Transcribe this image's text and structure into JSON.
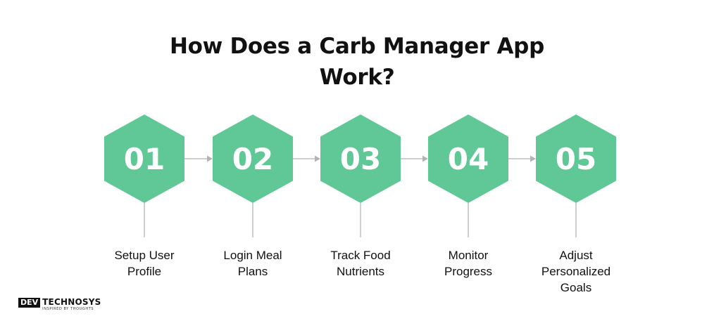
{
  "title": {
    "line1": "How Does a Carb Manager App",
    "line2": "Work?"
  },
  "colors": {
    "hexagon": "#5fc896",
    "connector": "#bfbfbf",
    "arrow": "#b3b3b3",
    "text": "#111111"
  },
  "steps": [
    {
      "number": "01",
      "label_lines": [
        "Setup User",
        "Profile"
      ]
    },
    {
      "number": "02",
      "label_lines": [
        "Login Meal",
        "Plans"
      ]
    },
    {
      "number": "03",
      "label_lines": [
        "Track Food",
        "Nutrients"
      ]
    },
    {
      "number": "04",
      "label_lines": [
        "Monitor",
        "Progress"
      ]
    },
    {
      "number": "05",
      "label_lines": [
        "Adjust",
        "Personalized",
        "Goals"
      ]
    }
  ],
  "logo": {
    "box_text": "DEV",
    "main_text": "TECHNOSYS",
    "tagline": "INSPIRED BY THOUGHTS"
  }
}
